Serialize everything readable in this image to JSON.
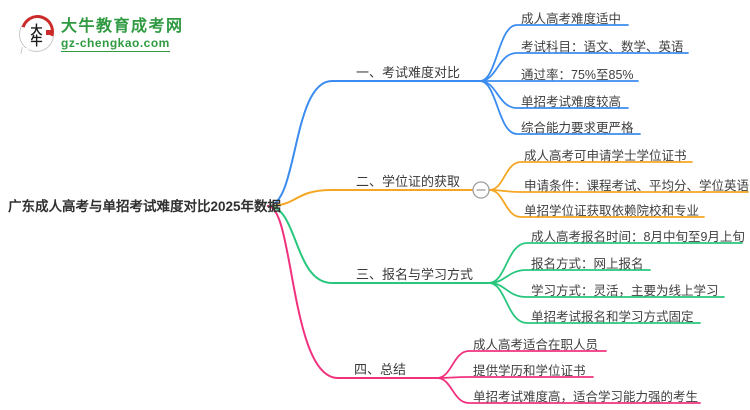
{
  "logo": {
    "icon_top_char": "大",
    "icon_bottom_char": "牛",
    "site_name": "大牛教育成考网",
    "site_domain": "gz-chengkao.com",
    "brand_green": "#2f9a41",
    "brand_red": "#cc2a29"
  },
  "root": {
    "label": "广东成人高考与单招考试难度对比2025年数据"
  },
  "branches": [
    {
      "label": "一、考试难度对比",
      "color": "#3b8cf0",
      "children": [
        "成人高考难度适中",
        "考试科目：语文、数学、英语",
        "通过率：75%至85%",
        "单招考试难度较高",
        "综合能力要求更严格"
      ]
    },
    {
      "label": "二、学位证的获取",
      "color": "#f5a623",
      "has_collapse_toggle": true,
      "collapse_toggle_glyph": "−",
      "children": [
        "成人高考可申请学士学位证书",
        "申请条件：课程考试、平均分、学位英语",
        "单招学位证获取依赖院校和专业"
      ]
    },
    {
      "label": "三、报名与学习方式",
      "color": "#27c77d",
      "children": [
        "成人高考报名时间：8月中旬至9月上旬",
        "报名方式：网上报名",
        "学习方式：灵活，主要为线上学习",
        "单招考试报名和学习方式固定"
      ]
    },
    {
      "label": "四、总结",
      "color": "#f0327e",
      "children": [
        "成人高考适合在职人员",
        "提供学历和学位证书",
        "单招考试难度高，适合学习能力强的考生"
      ]
    }
  ]
}
